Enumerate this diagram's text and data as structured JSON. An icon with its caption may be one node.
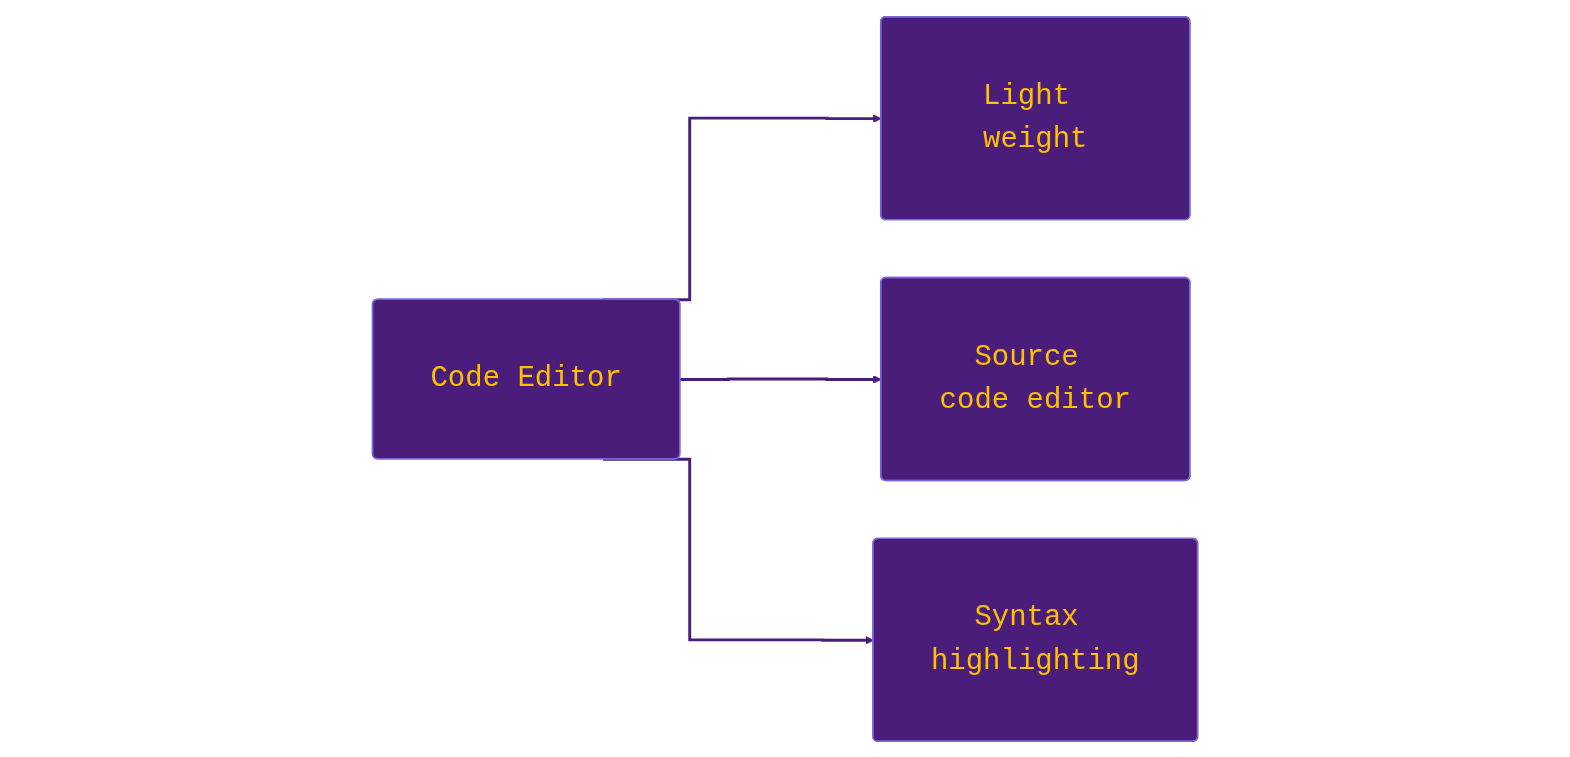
{
  "diagram": {
    "nodes": [
      {
        "text": [
          "Code Editor"
        ]
      },
      {
        "text": [
          "Light weight"
        ]
      },
      {
        "text": [
          "Source code editor"
        ]
      },
      {
        "text": [
          "Syntax highlighting"
        ]
      }
    ],
    "edges": [
      {
        "from": 0,
        "to": 1,
        "arrow": "to"
      },
      {
        "from": 0,
        "to": 2,
        "arrow": "to"
      },
      {
        "from": 0,
        "to": 3,
        "arrow": "to"
      }
    ]
  }
}
